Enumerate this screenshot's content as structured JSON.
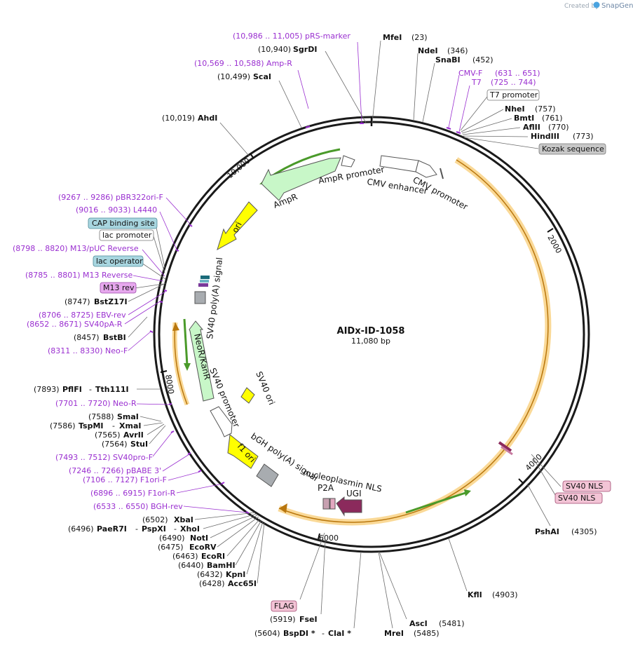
{
  "header": {
    "credit_prefix": "Created by",
    "credit_brand": "SnapGene"
  },
  "plasmid": {
    "name": "AIDx-ID-1058",
    "size_label": "11,080 bp"
  },
  "ticks": [
    "2000",
    "4000",
    "6000",
    "8000",
    "10,000"
  ],
  "features": {
    "ampr_promoter": "AmpR promoter",
    "ampr": "AmpR",
    "cmv_enhancer": "CMV enhancer",
    "cmv_promoter": "CMV promoter",
    "ori": "ori",
    "sv40_polya": "SV40 poly(A) signal",
    "neor_kanr": "NeoR/KanR",
    "sv40_promoter": "SV40 promoter",
    "sv40_ori": "SV40 ori",
    "f1_ori": "f1 ori",
    "bgh_polya": "bGH poly(A) signal",
    "nucleoplasmin_nls": "nucleoplasmin NLS",
    "p2a": "P2A",
    "ugi": "UGI"
  },
  "labels": {
    "prs_marker": "(10,986 .. 11,005)  pRS-marker",
    "sgrdi_pos": "(10,940)",
    "sgrdi": "SgrDI",
    "ampr_primer": "(10,569 .. 10,588)  Amp-R",
    "scai_pos": "(10,499)",
    "scai": "ScaI",
    "ahdi_pos": "(10,019)",
    "ahdi": "AhdI",
    "pbr322": "(9267 .. 9286)  pBR322ori-F",
    "l4440": "(9016 .. 9033)  L4440",
    "cap_site": "CAP binding site",
    "lac_promoter": "lac promoter",
    "m13_puc": "(8798 .. 8820)  M13/pUC Reverse",
    "lac_operator": "lac operator",
    "m13_reverse": "(8785 .. 8801)  M13 Reverse",
    "m13_rev": "M13 rev",
    "bstz17i_pos": "(8747)",
    "bstz17i": "BstZ17I",
    "ebv_rev": "(8706 .. 8725)  EBV-rev",
    "sv40pa_r": "(8652 .. 8671)  SV40pA-R",
    "bstbi_pos": "(8457)",
    "bstbi": "BstBI",
    "neo_f": "(8311 .. 8330)  Neo-F",
    "pflfi_pos": "(7893)",
    "pflfi": "PflFI",
    "tth111i": "Tth111I",
    "neo_r": "(7701 .. 7720)  Neo-R",
    "smai_pos": "(7588)",
    "smai": "SmaI",
    "tspmi_pos": "(7586)",
    "tspmi": "TspMI",
    "xmai": "XmaI",
    "avrii_pos": "(7565)",
    "avrii": "AvrII",
    "stui_pos": "(7564)",
    "stui": "StuI",
    "sv40pro_f": "(7493 .. 7512)  SV40pro-F",
    "pbabe3": "(7246 .. 7266)  pBABE 3'",
    "f1ori_f": "(7106 .. 7127)  F1ori-F",
    "f1ori_r": "(6896 .. 6915)  F1ori-R",
    "bgh_rev": "(6533 .. 6550)  BGH-rev",
    "xbai_pos": "(6502)",
    "xbai": "XbaI",
    "paer7i_pos": "(6496)",
    "paer7i": "PaeR7I",
    "pspxi": "PspXI",
    "xhoi": "XhoI",
    "noti_pos": "(6490)",
    "noti": "NotI",
    "ecorv_pos": "(6475)",
    "ecorv": "EcoRV",
    "ecori_pos": "(6463)",
    "ecori": "EcoRI",
    "bamhi_pos": "(6440)",
    "bamhi": "BamHI",
    "kpni_pos": "(6432)",
    "kpni": "KpnI",
    "acc65i_pos": "(6428)",
    "acc65i": "Acc65I",
    "flag": "FLAG",
    "fsei_pos": "(5919)",
    "fsei": "FseI",
    "bspdi_pos": "(5604)",
    "bspdi": "BspDI *",
    "clai": "ClaI *",
    "mrei": "MreI",
    "mrei_pos": "(5485)",
    "asci": "AscI",
    "asci_pos": "(5481)",
    "kfli": "KflI",
    "kfli_pos": "(4903)",
    "pshai": "PshAI",
    "pshai_pos": "(4305)",
    "sv40_nls_1": "SV40 NLS",
    "sv40_nls_2": "SV40 NLS",
    "mfei": "MfeI",
    "mfei_pos": "(23)",
    "ndei": "NdeI",
    "ndei_pos": "(346)",
    "snabi": "SnaBI",
    "snabi_pos": "(452)",
    "cmv_f": "CMV-F",
    "cmv_f_pos": "(631 .. 651)",
    "t7": "T7",
    "t7_pos": "(725 .. 744)",
    "t7_promoter": "T7 promoter",
    "nhei": "NheI",
    "nhei_pos": "(757)",
    "bmti": "BmtI",
    "bmti_pos": "(761)",
    "aflii": "AflII",
    "aflii_pos": "(770)",
    "hindiii": "HindIII",
    "hindiii_pos": "(773)",
    "kozak": "Kozak sequence"
  },
  "colors": {
    "backbone": "#1a1a1a",
    "primer": "#9a2fd0",
    "orange_feature": "#f5b942",
    "green_feature": "#4a9a2a",
    "ori_yellow": "#ffff00",
    "cds_light_green": "#c8f7c8",
    "polya_gray": "#a8acb0",
    "nls_maroon": "#8b2a5c",
    "box_blue": "#a8d6e0",
    "box_pink": "#f3c4d6",
    "box_violet": "#e7a8ee",
    "box_gray": "#c8c8c8"
  }
}
